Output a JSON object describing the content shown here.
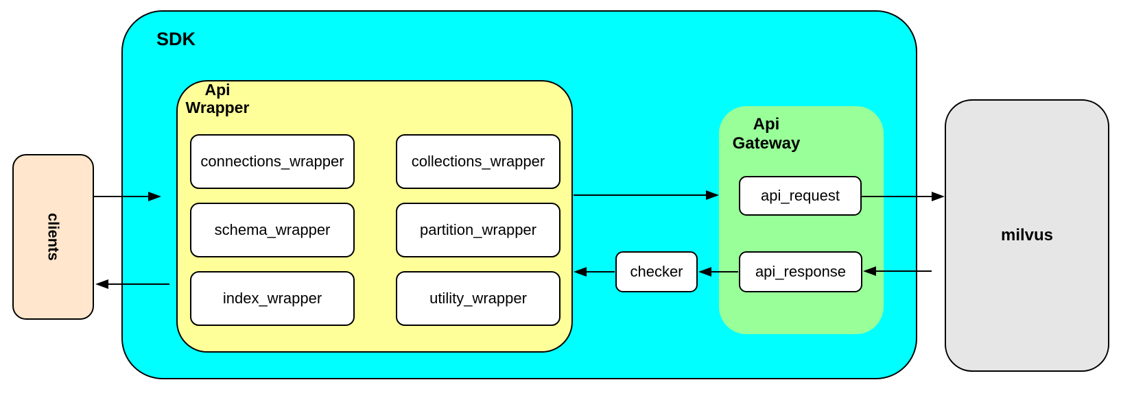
{
  "nodes": {
    "clients": {
      "label": "clients",
      "fill": "#FFE6CC"
    },
    "sdk": {
      "label": "SDK",
      "fill": "#00FFFF"
    },
    "api_wrapper": {
      "label": "Api\nWrapper",
      "fill": "#FFFF99",
      "boxes": [
        "connections_wrapper",
        "collections_wrapper",
        "schema_wrapper",
        "partition_wrapper",
        "index_wrapper",
        "utility_wrapper"
      ]
    },
    "checker": {
      "label": "checker",
      "fill": "#FFFFFF"
    },
    "api_gateway": {
      "label": "Api\nGateway",
      "fill": "#99FF99",
      "boxes": [
        "api_request",
        "api_response"
      ]
    },
    "milvus": {
      "label": "milvus",
      "fill": "#E6E6E6"
    }
  },
  "arrows": [
    {
      "name": "clients-to-sdk",
      "direction": "right"
    },
    {
      "name": "api-wrapper-to-api-gateway",
      "direction": "right"
    },
    {
      "name": "api-request-to-milvus",
      "direction": "right"
    },
    {
      "name": "milvus-to-api-response",
      "direction": "left"
    },
    {
      "name": "api-response-to-checker",
      "direction": "left"
    },
    {
      "name": "checker-to-api-wrapper",
      "direction": "left"
    },
    {
      "name": "sdk-to-clients",
      "direction": "left"
    }
  ],
  "colors": {
    "border": "#000000",
    "background": "#FFFFFF",
    "sdk_fill": "#00FFFF",
    "api_wrapper_fill": "#FFFF99",
    "api_gateway_fill": "#99FF99",
    "clients_fill": "#FFE6CC",
    "milvus_fill": "#E6E6E6"
  }
}
